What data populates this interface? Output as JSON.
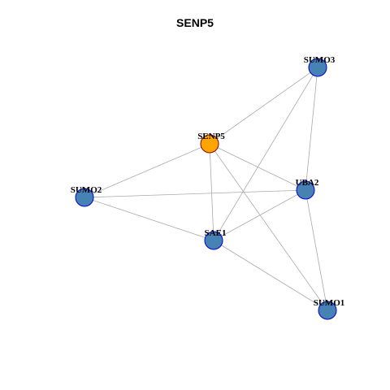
{
  "title": "SENP5",
  "colors": {
    "edge": "#aaaaaa",
    "node_fill_default": "#4682b4",
    "node_fill_highlight": "#ffa500",
    "node_border_default": "#0000cd",
    "node_border_highlight": "#8b0000"
  },
  "nodes": [
    {
      "id": "SUMO3",
      "label": "SUMO3",
      "highlight": false
    },
    {
      "id": "SENP5",
      "label": "SENP5",
      "highlight": true
    },
    {
      "id": "UBA2",
      "label": "UBA2",
      "highlight": false
    },
    {
      "id": "SUMO2",
      "label": "SUMO2",
      "highlight": false
    },
    {
      "id": "SAE1",
      "label": "SAE1",
      "highlight": false
    },
    {
      "id": "SUMO1",
      "label": "SUMO1",
      "highlight": false
    }
  ],
  "edges": [
    [
      "SUMO3",
      "SENP5"
    ],
    [
      "SUMO3",
      "UBA2"
    ],
    [
      "SUMO3",
      "SAE1"
    ],
    [
      "SENP5",
      "SUMO2"
    ],
    [
      "SENP5",
      "UBA2"
    ],
    [
      "SENP5",
      "SAE1"
    ],
    [
      "SENP5",
      "SUMO1"
    ],
    [
      "SUMO2",
      "UBA2"
    ],
    [
      "SUMO2",
      "SAE1"
    ],
    [
      "UBA2",
      "SAE1"
    ],
    [
      "UBA2",
      "SUMO1"
    ],
    [
      "SAE1",
      "SUMO1"
    ]
  ]
}
